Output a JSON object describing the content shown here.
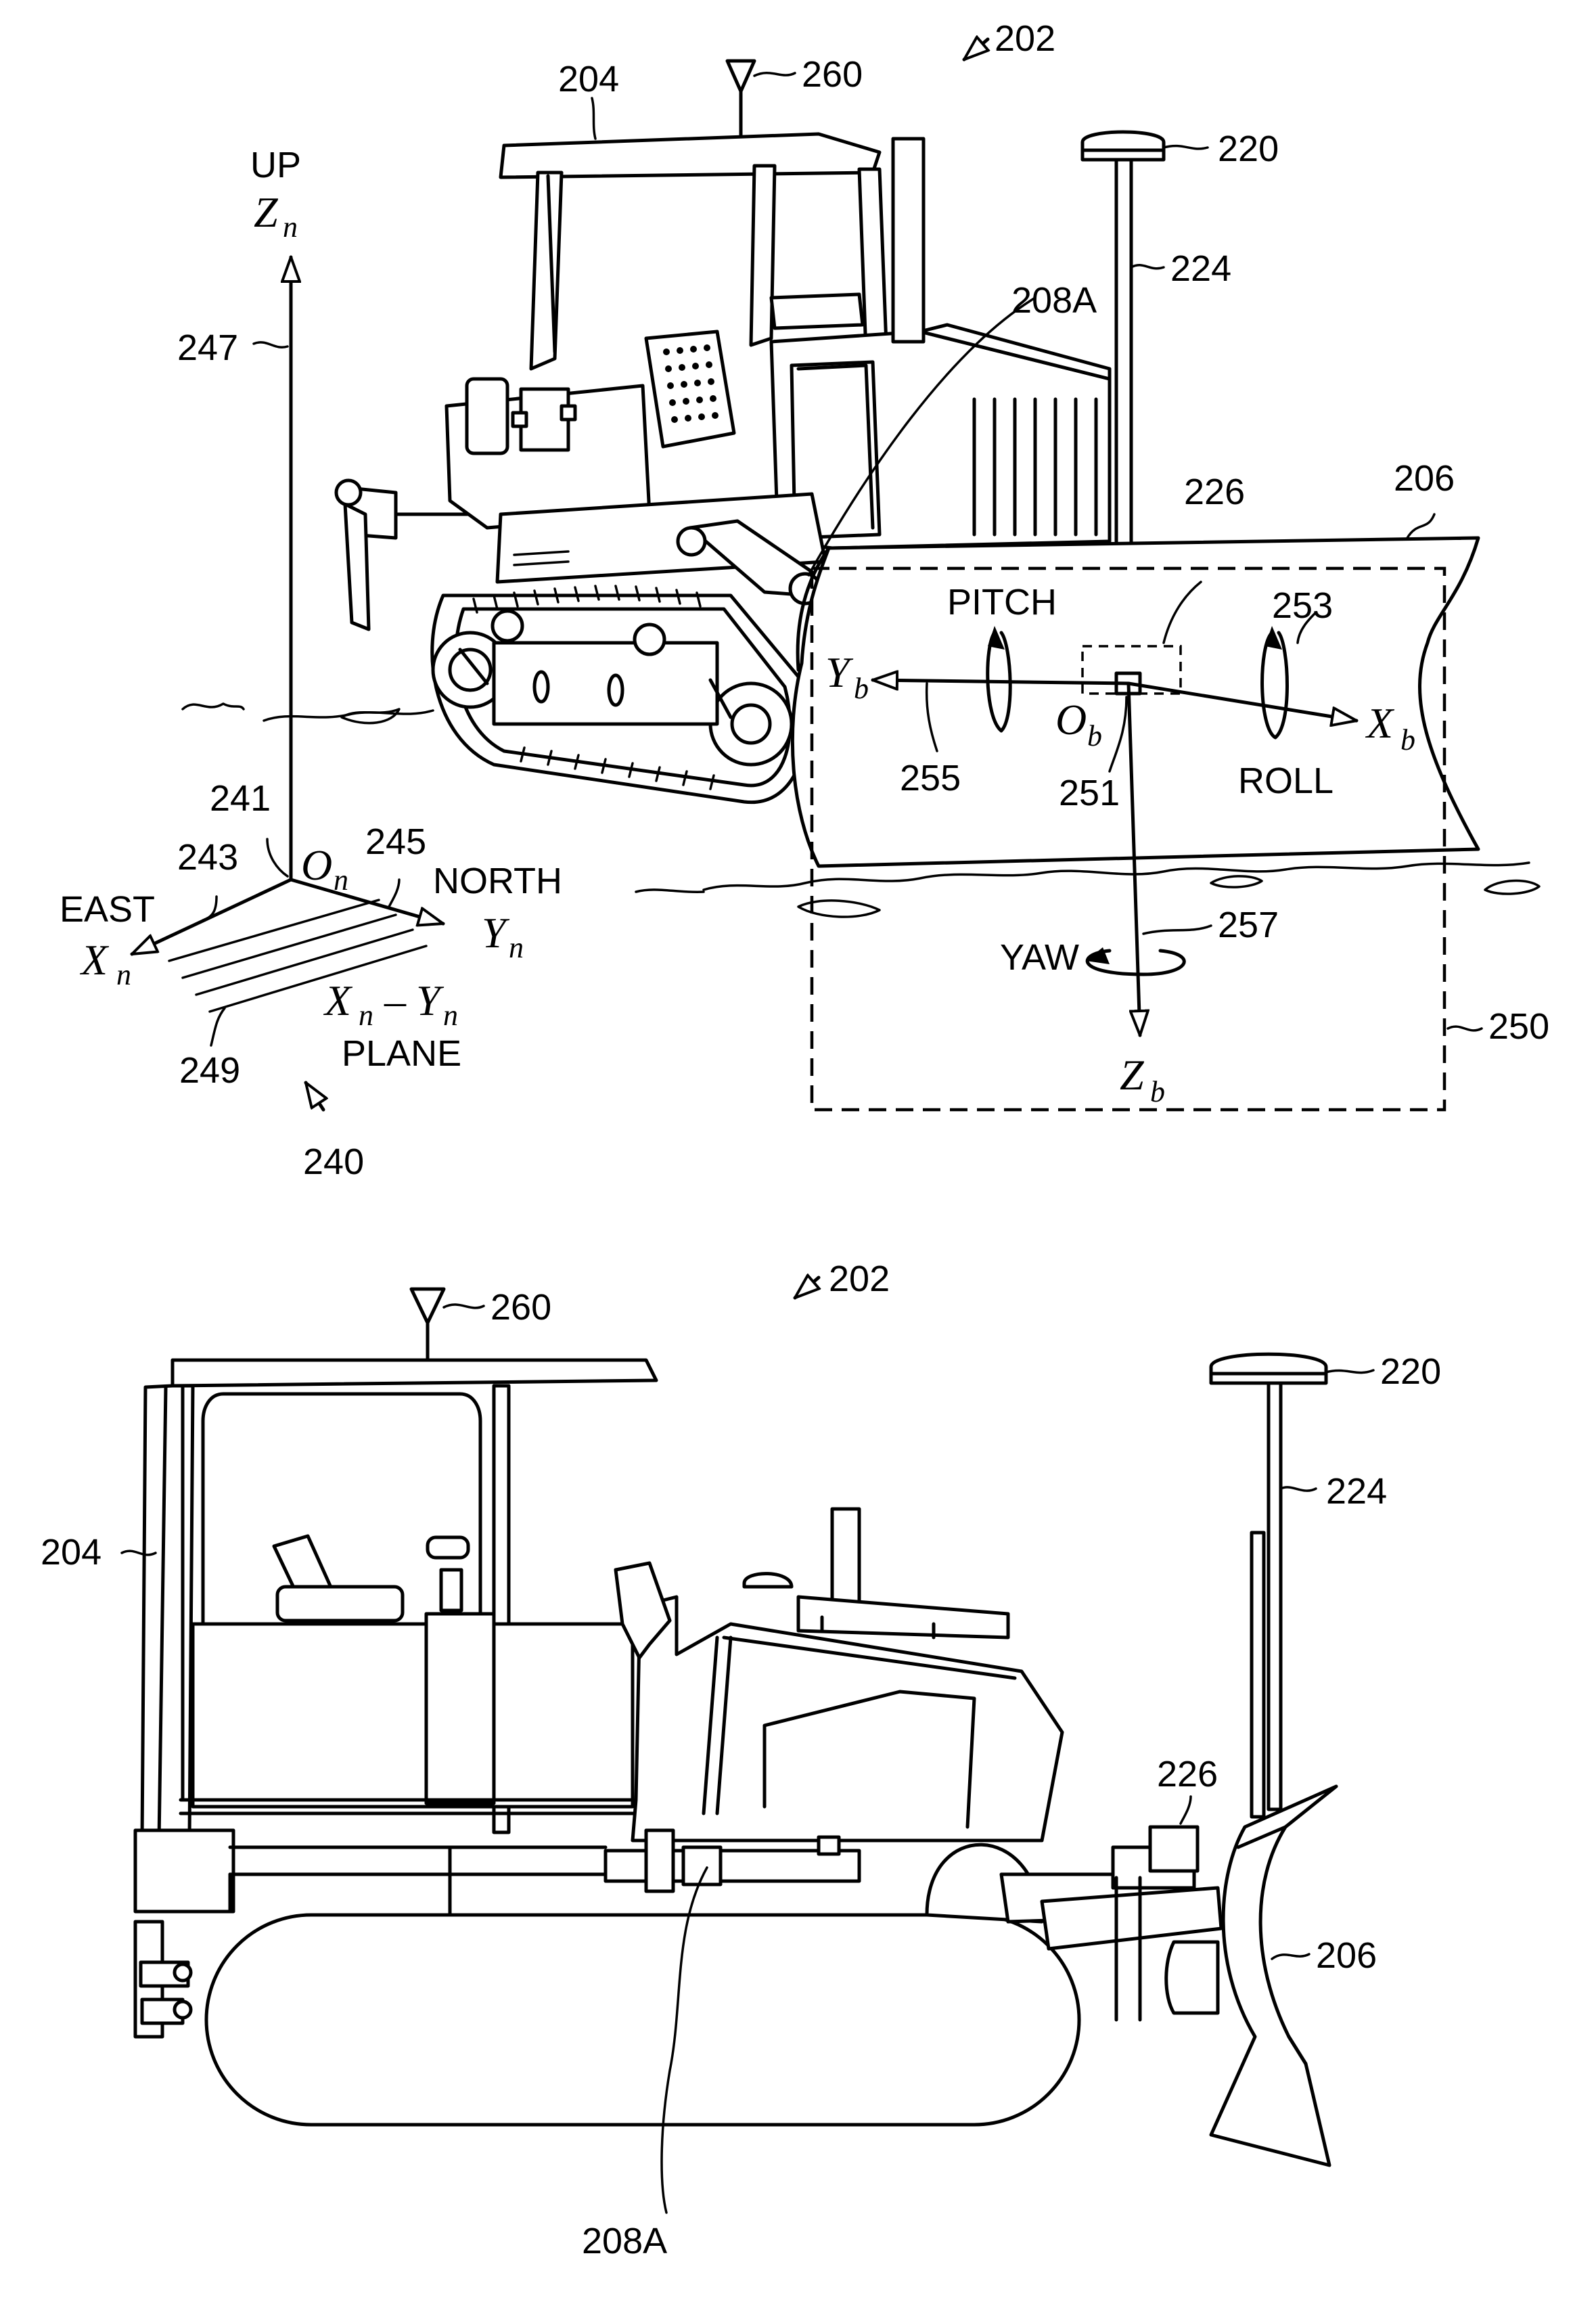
{
  "refs": {
    "machine_top": "202",
    "machine_bottom": "202",
    "cab_top": "204",
    "cab_bottom": "204",
    "antenna_top": "260",
    "antenna_bottom": "260",
    "gnss_top": "220",
    "gnss_bottom": "220",
    "mast_top": "224",
    "mast_bottom": "224",
    "actuator_top": "208A",
    "actuator_bottom": "208A",
    "sensor_top": "226",
    "sensor_bottom": "226",
    "blade_top": "206",
    "blade_bottom": "206",
    "pitch_ref": "253",
    "origin_b_ref": "251",
    "yb_ref": "255",
    "zb_ref": "257",
    "box_ref": "250",
    "up_axis_ref": "247",
    "origin_n_ref": "241",
    "east_ref": "243",
    "north_ref": "245",
    "plane_ref": "249",
    "frame_ref": "240"
  },
  "labels": {
    "up": "UP",
    "east": "EAST",
    "north": "NORTH",
    "plane": "PLANE",
    "pitch": "PITCH",
    "roll": "ROLL",
    "yaw": "YAW"
  },
  "axes": {
    "zn": "Z",
    "zn_sub": "n",
    "xn": "X",
    "xn_sub": "n",
    "yn": "Y",
    "yn_sub": "n",
    "on": "O",
    "on_sub": "n",
    "plane_x": "X",
    "plane_x_sub": "n",
    "plane_dash": "–",
    "plane_y": "Y",
    "plane_y_sub": "n",
    "yb": "Y",
    "yb_sub": "b",
    "xb": "X",
    "xb_sub": "b",
    "ob": "O",
    "ob_sub": "b",
    "zb": "Z",
    "zb_sub": "b"
  }
}
